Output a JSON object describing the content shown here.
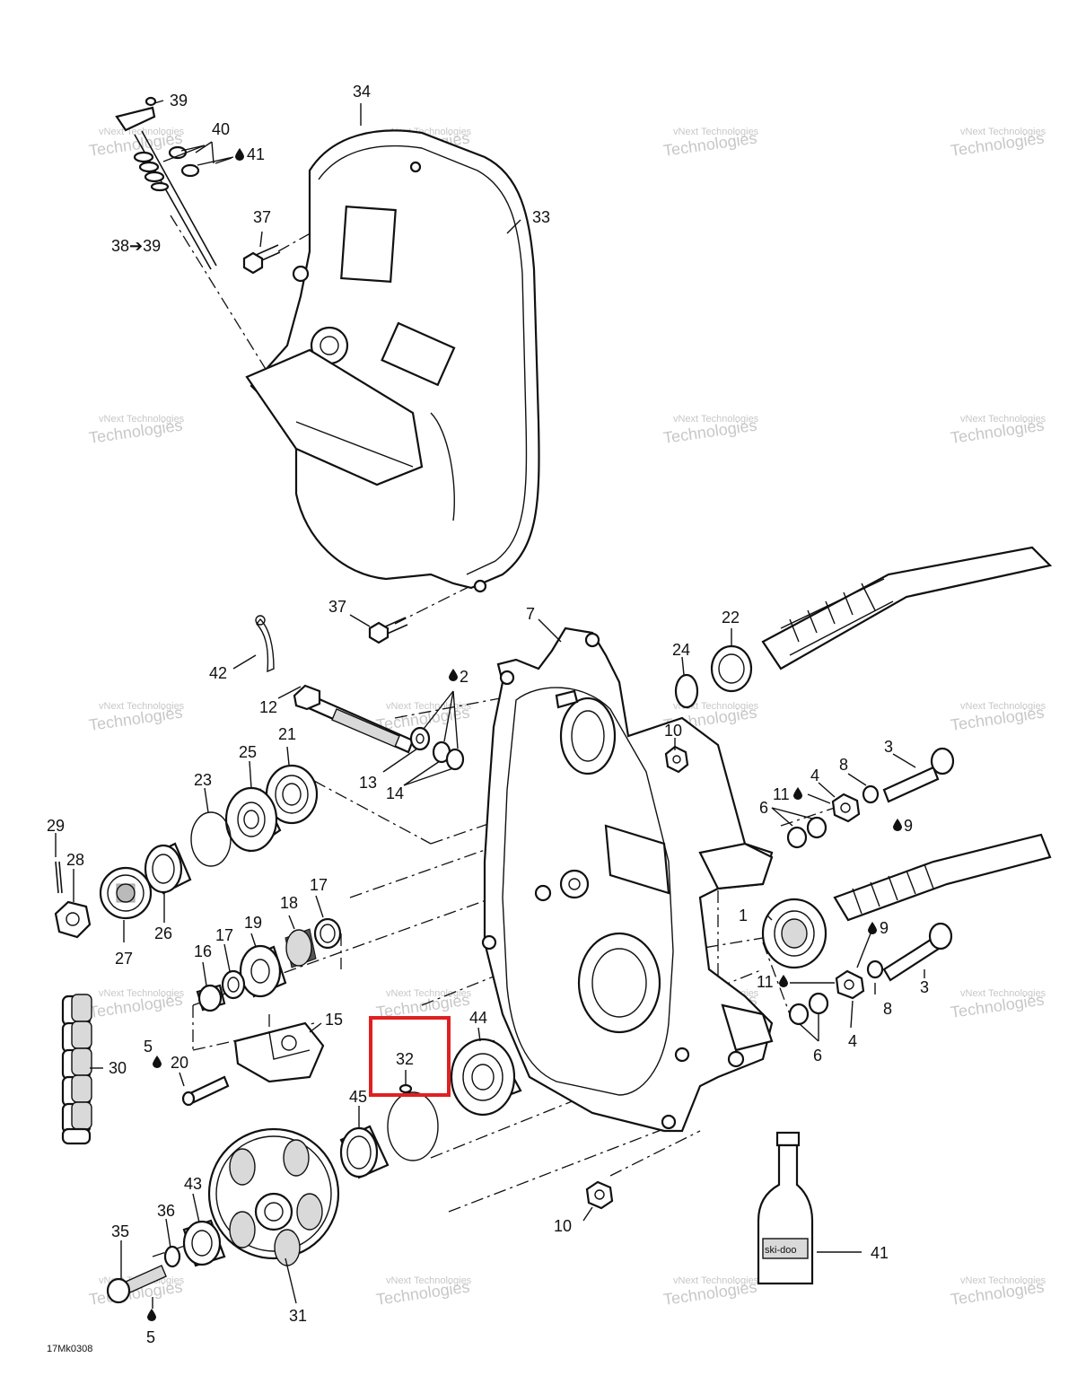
{
  "watermark": {
    "line1": "vNext Technologies",
    "line2": "vNext",
    "line3": "Technologies"
  },
  "figure_code": "17Mk0308",
  "highlight": {
    "color": "#e02020",
    "part": "32"
  },
  "oil_drop_icon": "oil-drop-icon",
  "labels": {
    "p39a": "39",
    "p40": "40",
    "p41a": "41",
    "p38to39": "38➔39",
    "p34": "34",
    "p33": "33",
    "p37a": "37",
    "p37b": "37",
    "p7": "7",
    "p22": "22",
    "p24": "24",
    "p42": "42",
    "p12": "12",
    "p2": "2",
    "p13": "13",
    "p14": "14",
    "p10a": "10",
    "p10b": "10",
    "p3a": "3",
    "p3b": "3",
    "p8a": "8",
    "p8b": "8",
    "p4a": "4",
    "p4b": "4",
    "p11a": "11",
    "p11b": "11",
    "p9a": "9",
    "p9b": "9",
    "p6a": "6",
    "p6b": "6",
    "p1": "1",
    "p21": "21",
    "p25": "25",
    "p23": "23",
    "p29": "29",
    "p28": "28",
    "p27": "27",
    "p26": "26",
    "p17a": "17",
    "p17b": "17",
    "p18": "18",
    "p19": "19",
    "p16": "16",
    "p15": "15",
    "p5a": "5",
    "p5b": "5",
    "p20": "20",
    "p30": "30",
    "p32": "32",
    "p44": "44",
    "p45": "45",
    "p43": "43",
    "p36": "36",
    "p35": "35",
    "p31": "31",
    "p41b": "41"
  },
  "bottle_brand": "ski-doo"
}
